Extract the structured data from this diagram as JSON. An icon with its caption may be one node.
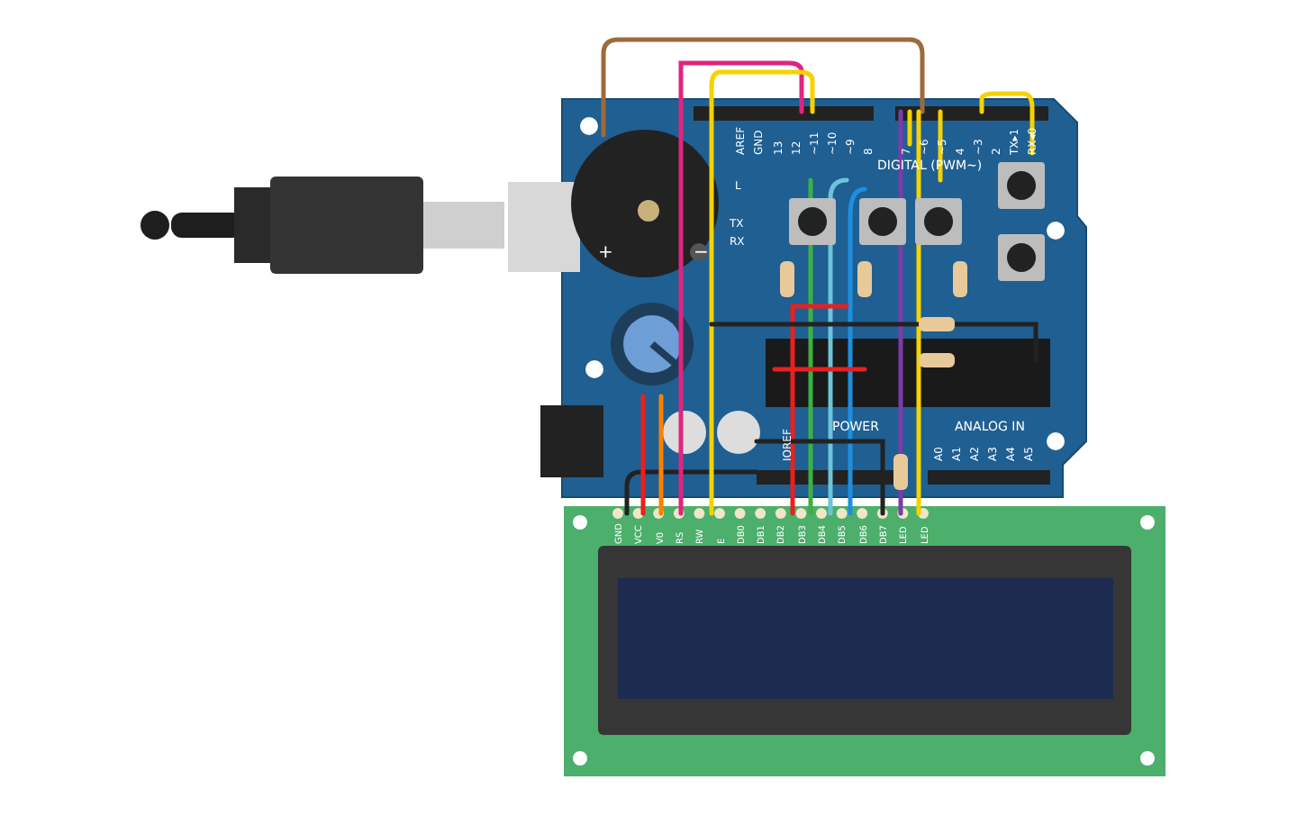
{
  "diagram": {
    "labels": [
      "AREF",
      "GND",
      "13",
      "12",
      "~11",
      "~10",
      "~9",
      "8",
      "7",
      "~6",
      "~5",
      "4",
      "~3",
      "2",
      "TX▸1",
      "RX◂0",
      "DIGITAL (PWM~)",
      "L",
      "TX",
      "RX",
      "+",
      "−",
      "IOREF",
      "POWER",
      "ANALOG IN",
      "A0",
      "A1",
      "A2",
      "A3",
      "A4",
      "A5",
      "GND",
      "VCC",
      "V0",
      "RS",
      "RW",
      "E",
      "DB0",
      "DB1",
      "DB2",
      "DB3",
      "DB4",
      "DB5",
      "DB6",
      "DB7",
      "LED",
      "LED"
    ]
  }
}
